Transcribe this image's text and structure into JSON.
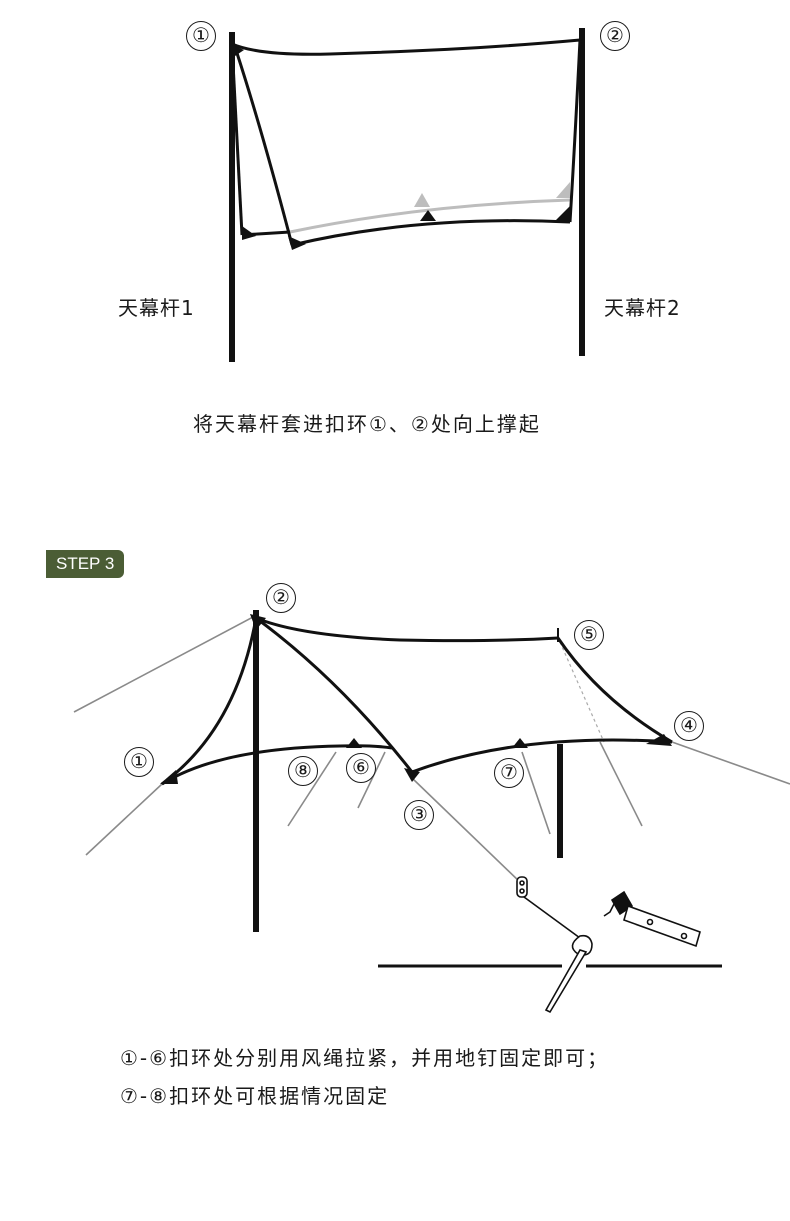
{
  "diagram1": {
    "markers": {
      "m1": "①",
      "m2": "②"
    },
    "pole_left_label": "天幕杆1",
    "pole_right_label": "天幕杆2",
    "caption": "将天幕杆套进扣环①、②处向上撑起"
  },
  "diagram2": {
    "step_label": "STEP 3",
    "markers": {
      "m1": "①",
      "m2": "②",
      "m3": "③",
      "m4": "④",
      "m5": "⑤",
      "m6": "⑥",
      "m7": "⑦",
      "m8": "⑧"
    },
    "instruction_line1": "①-⑥扣环处分别用风绳拉紧，并用地钉固定即可；",
    "instruction_line2": "⑦-⑧扣环处可根据情况固定"
  }
}
